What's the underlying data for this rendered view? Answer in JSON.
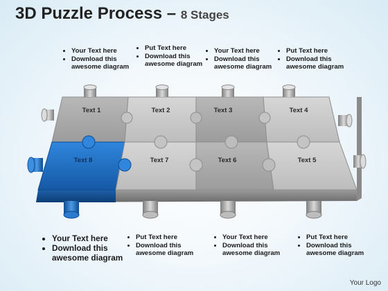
{
  "title": {
    "main": "3D Puzzle Process",
    "dash": "–",
    "sub": "8 Stages"
  },
  "top_notes": [
    {
      "items": [
        "Your Text here",
        "Download this awesome diagram"
      ]
    },
    {
      "items": [
        "Put Text here",
        "Download this awesome diagram"
      ]
    },
    {
      "items": [
        "Your Text here",
        "Download this awesome diagram"
      ]
    },
    {
      "items": [
        "Put Text here",
        "Download this awesome diagram"
      ]
    }
  ],
  "bottom_notes": [
    {
      "items": [
        "Your Text here",
        "Download this awesome diagram"
      ]
    },
    {
      "items": [
        "Put Text here",
        "Download this awesome diagram"
      ]
    },
    {
      "items": [
        "Your Text here",
        "Download this awesome diagram"
      ]
    },
    {
      "items": [
        "Put Text here",
        "Download this awesome diagram"
      ]
    }
  ],
  "pieces": {
    "top_row": [
      "Text 1",
      "Text 2",
      "Text 3",
      "Text 4"
    ],
    "bottom_row": [
      "Text 8",
      "Text 7",
      "Text 6",
      "Text 5"
    ],
    "highlighted": "Text 8"
  },
  "colors": {
    "highlight": "#1f6fc0",
    "piece_light": "#c9c9c9",
    "piece_dark": "#a9a9a9"
  },
  "footer": {
    "logo": "Your Logo"
  }
}
